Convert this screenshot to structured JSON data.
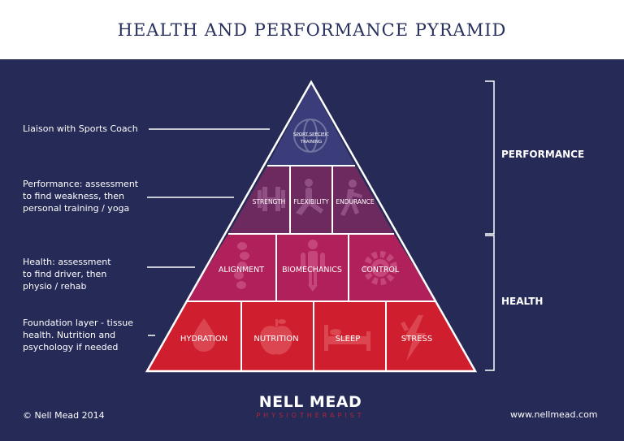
{
  "title": "HEALTH AND PERFORMANCE PYRAMID",
  "notes": [
    "Liaison with Sports Coach",
    "Performance: assessment to find weakness, then personal training / yoga",
    "Health: assessment to find driver, then physio / rehab",
    "Foundation layer - tissue health. Nutrition and psychology if needed"
  ],
  "groups": {
    "performance": "PERFORMANCE",
    "health": "HEALTH"
  },
  "pyramid": {
    "apex": {
      "line1": "SPORT SPECIFIC",
      "line2": "TRAINING"
    },
    "tier2": [
      "STRENGTH",
      "FLEXIBILITY",
      "ENDURANCE"
    ],
    "tier3": [
      "ALIGNMENT",
      "BIOMECHANICS",
      "CONTROL"
    ],
    "tier4": [
      "HYDRATION",
      "NUTRITION",
      "SLEEP",
      "STRESS"
    ]
  },
  "colors": {
    "background": "#252a57",
    "apex": "#3a3d7a",
    "tier2": "#6c2a5e",
    "tier3": "#b0205a",
    "tier4": "#cf1f2e",
    "title": "#27305c",
    "brand_sub": "#b0263a"
  },
  "icons": {
    "apex": "globe-icon",
    "strength": "dumbbell-icon",
    "flexibility": "stretching-person-icon",
    "endurance": "running-person-icon",
    "alignment": "spine-icon",
    "biomechanics": "body-figure-icon",
    "control": "gear-icon",
    "hydration": "water-drop-icon",
    "nutrition": "apple-icon",
    "sleep": "bed-icon",
    "stress": "lightning-bolt-icon"
  },
  "footer": {
    "copyright": "© Nell Mead 2014",
    "brand_name": "NELL MEAD",
    "brand_sub": "PHYSIOTHERAPIST",
    "website": "www.nellmead.com"
  }
}
